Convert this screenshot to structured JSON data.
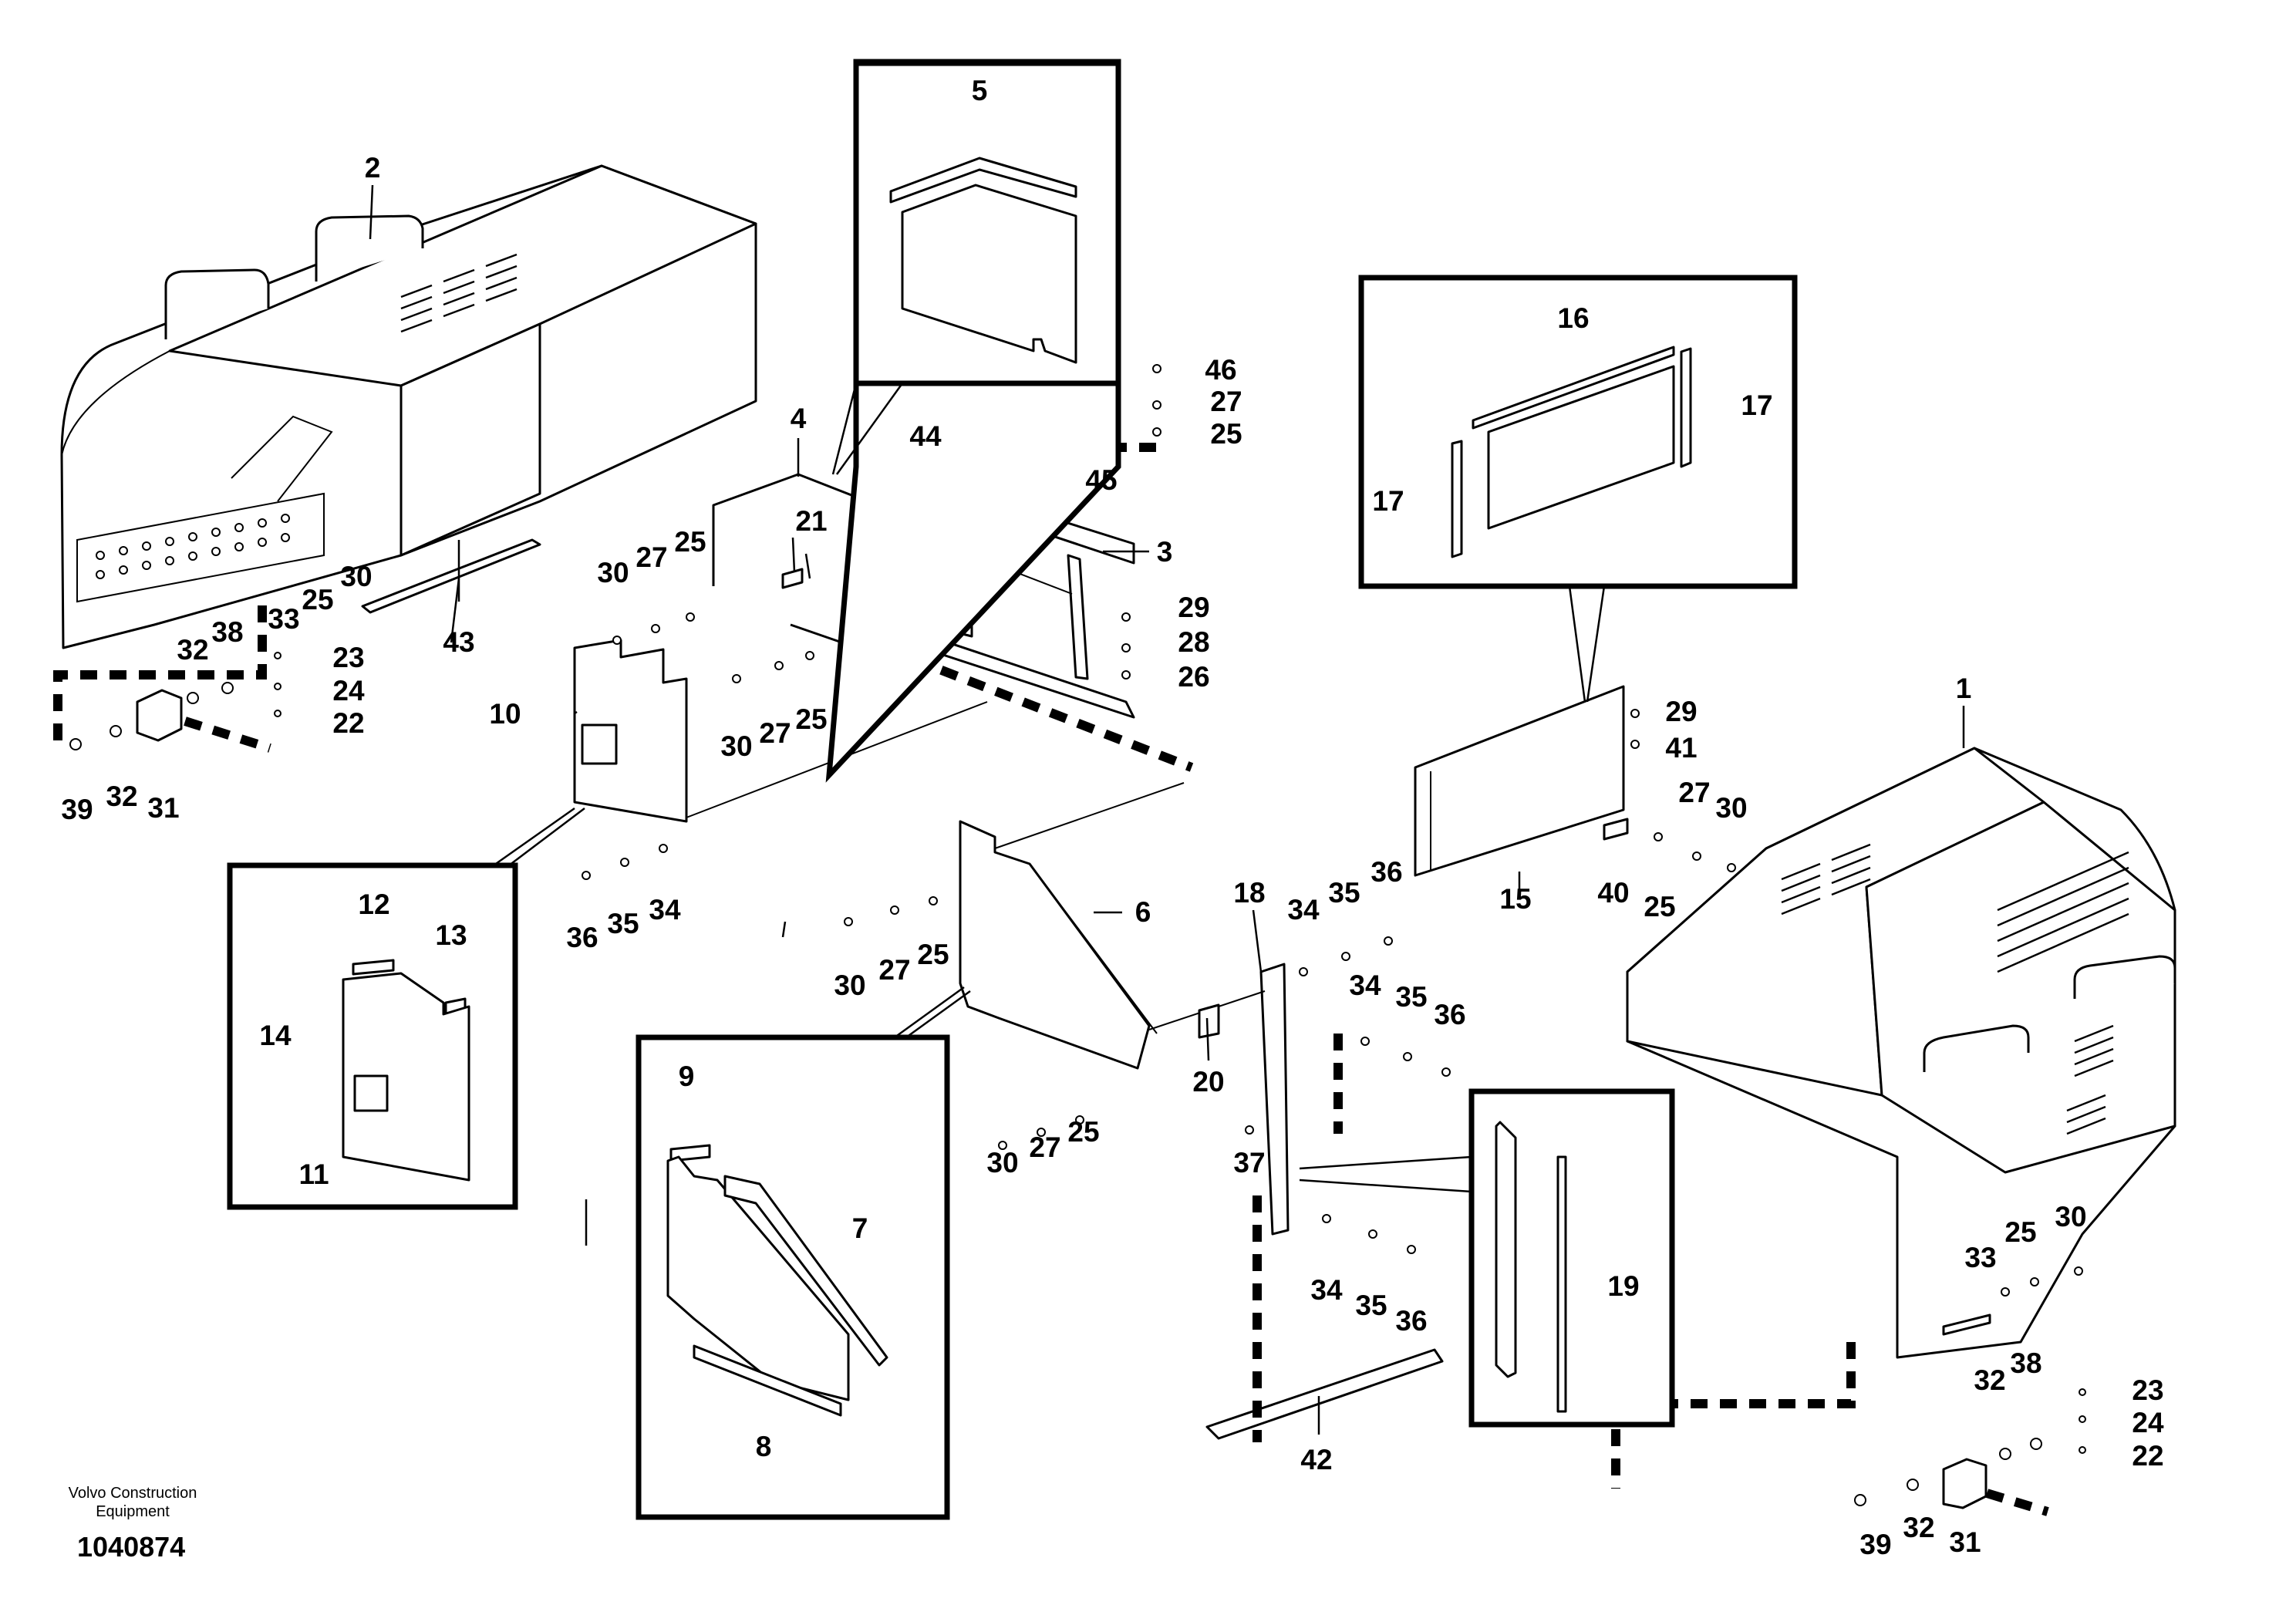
{
  "diagram": {
    "credit_line1": "Volvo Construction",
    "credit_line2": "Equipment",
    "document_number": "1040874",
    "callouts": {
      "c1": "1",
      "c2": "2",
      "c3": "3",
      "c4": "4",
      "c5": "5",
      "c6": "6",
      "c7": "7",
      "c8": "8",
      "c9": "9",
      "c10": "10",
      "c11": "11",
      "c12": "12",
      "c13": "13",
      "c14": "14",
      "c15": "15",
      "c16": "16",
      "c17a": "17",
      "c17b": "17",
      "c18": "18",
      "c19": "19",
      "c20": "20",
      "c21": "21",
      "c22a": "22",
      "c22b": "22",
      "c23a": "23",
      "c23b": "23",
      "c24a": "24",
      "c24b": "24",
      "c25a": "25",
      "c25b": "25",
      "c25c": "25",
      "c25d": "25",
      "c25e": "25",
      "c25f": "25",
      "c25g": "25",
      "c25h": "25",
      "c26": "26",
      "c27a": "27",
      "c27b": "27",
      "c27c": "27",
      "c27d": "27",
      "c27e": "27",
      "c27f": "27",
      "c28": "28",
      "c29a": "29",
      "c29b": "29",
      "c30a": "30",
      "c30b": "30",
      "c30c": "30",
      "c30d": "30",
      "c30e": "30",
      "c30f": "30",
      "c30g": "30",
      "c31a": "31",
      "c31b": "31",
      "c32a": "32",
      "c32b": "32",
      "c32c": "32",
      "c32d": "32",
      "c33a": "33",
      "c33b": "33",
      "c34a": "34",
      "c34b": "34",
      "c34c": "34",
      "c34d": "34",
      "c35a": "35",
      "c35b": "35",
      "c35c": "35",
      "c35d": "35",
      "c36a": "36",
      "c36b": "36",
      "c36c": "36",
      "c36d": "36",
      "c37": "37",
      "c38a": "38",
      "c38b": "38",
      "c39a": "39",
      "c39b": "39",
      "c40": "40",
      "c41": "41",
      "c42": "42",
      "c43": "43",
      "c44": "44",
      "c45": "45",
      "c46": "46"
    }
  }
}
